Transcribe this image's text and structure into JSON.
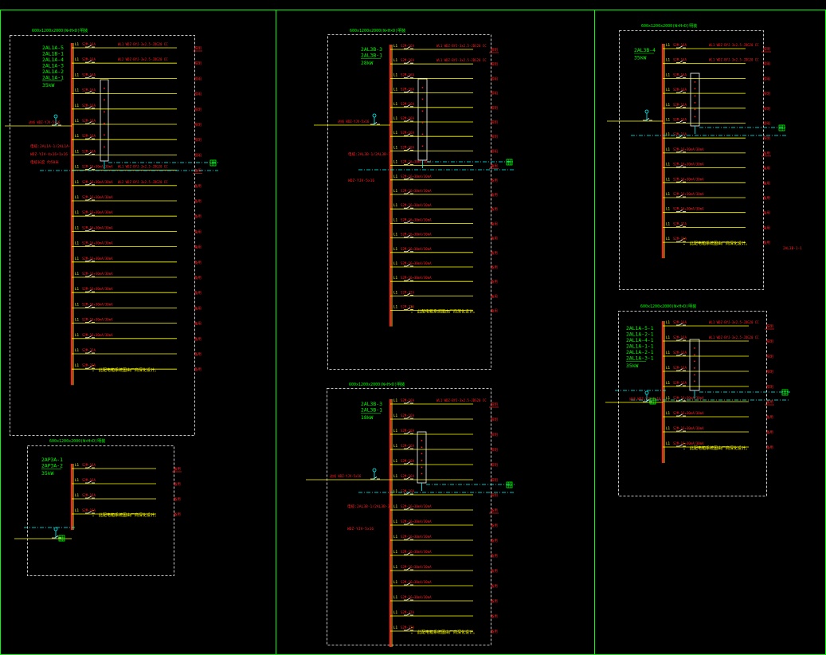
{
  "colors": {
    "background": "#000000",
    "frame": "#00ff00",
    "panel_border": "#ffffff",
    "busbar": "#ffff00",
    "circuit_line": "#ffff00",
    "text_red": "#ff2020",
    "text_green": "#00ff00",
    "text_yellow": "#ffff00",
    "cyan": "#00ffff",
    "breaker": "#ffffff"
  },
  "panels": [
    {
      "id": "p1",
      "title": "600x1200x2000(W×H×D)明装",
      "ids": [
        "2AL1A-5",
        "2AL1B-1",
        "2AL1A-4",
        "2AL1A-3",
        "2AL1A-2",
        "2AL1A-1"
      ],
      "power": "35kW",
      "circuit_count": 22,
      "top_circuits": 8,
      "feeders": [
        "WL1 WDZ-BYJ-3x2.5-JDG20 CC",
        "WL2 WDZ-BYJ-3x2.5-JDG20 CC"
      ],
      "mid_feeders": [
        "WL1 WDZ-BYJ-3x2.5-JDG20 CC",
        "WL2 WDZ-BYJ-3x2.5-JDG20 CC"
      ],
      "breaker_top": "S2M-16A",
      "breaker_rcd": "S2M-16+30mA/30mA",
      "breaker_spare": "S2M-32A",
      "phase": "L1",
      "note": "此配电箱系统图由厂商深化设计。",
      "side_note_1": "电缆:2AL1A-1/2AL1A-9",
      "side_note_2": "WDZ-YJV-4x16+1x16",
      "side_note_3": "电缆长度 约50米",
      "incoming_label": "进线 WDZ-YJV-5x16",
      "tag_top": "照明",
      "tag_mid": "插座",
      "tag_spare": "备用"
    },
    {
      "id": "p2",
      "title": "600x1200x2000(W×H×D)明装",
      "ids": [
        "2AP3A-1",
        "2AP3A-2"
      ],
      "power": "35kW",
      "circuit_count": 4,
      "breaker_top": "S2M-16A",
      "phase": "L1",
      "note": "此配电箱系统图由厂商深化设计。",
      "tag_spare": "备用"
    },
    {
      "id": "p3",
      "title": "600x1200x2000(W×H×D)明装",
      "ids": [
        "2AL3B-3",
        "2AL3B-1"
      ],
      "power": "28kW",
      "circuit_count": 19,
      "top_circuits": 8,
      "feeders": [
        "WL1 WDZ-BYJ-3x2.5-JDG20 CC",
        "WL1 WDZ-BYJ-3x2.5-JDG20 CC"
      ],
      "breaker_top": "S2M-16A",
      "breaker_rcd": "S2M-16+30mA/30mA",
      "breaker_spare": "S2M-32A",
      "phase": "L1",
      "note": "此配电箱系统图由厂商深化设计。",
      "side_note_1": "电缆:2AL3B-1/2AL3B-3",
      "side_note_2": "WDZ-YJV-5x16",
      "incoming_label": "进线 WDZ-YJV-5x16",
      "tag_top": "照明",
      "tag_mid": "插座",
      "tag_spare": "备用"
    },
    {
      "id": "p4",
      "title": "600x1200x2000(W×H×D)明装",
      "ids": [
        "2AL3B-3",
        "2AL3B-1"
      ],
      "power": "18kW",
      "circuit_count": 16,
      "top_circuits": 7,
      "feeders": [
        "WL1 WDZ-BYJ-3x2.5-JDG20 CC"
      ],
      "breaker_top": "S2M-16A",
      "breaker_rcd": "S2M-16+30mA/30mA",
      "breaker_spare": "S2M-32A",
      "phase": "L1",
      "note": "此配电箱系统图由厂商深化设计。",
      "side_note_1": "电缆:2AL3B-1/2AL3B-3",
      "side_note_2": "WDZ-YJV-5x16",
      "incoming_label": "进线 WDZ-YJV-5x16",
      "tag_top": "照明",
      "tag_mid": "插座",
      "tag_spare": "备用"
    },
    {
      "id": "p5",
      "title": "600x1200x2000(W×H×D)明装",
      "ids": [
        "2AL3B-4"
      ],
      "power": "35kW",
      "circuit_count": 14,
      "top_circuits": 7,
      "feeders": [
        "WL1 WDZ-BYJ-3x2.5-JDG20 CC",
        "WL1 WDZ-BYJ-3x2.5-JDG20 CC"
      ],
      "breaker_top": "S2M-16A",
      "breaker_rcd": "S2M-16+30mA/30mA",
      "breaker_spare": "S2M-32A",
      "phase": "L1",
      "note": "此配电箱系统图由厂商深化设计。",
      "side_note_3": "2AL3B-1-1",
      "tag_top": "照明",
      "tag_spare": "备用"
    },
    {
      "id": "p6",
      "title": "600x1200x2000(W×H×D)明装",
      "ids": [
        "2AL1A-5-1",
        "2AL1A-2-1",
        "2AL1A-4-1",
        "2AL1A-1-1",
        "2AL1A-2-1",
        "2AL1A-3-1"
      ],
      "power": "35kW",
      "circuit_count": 9,
      "top_circuits": 5,
      "feeders": [
        "WL1 WDZ-BYJ-3x2.5-JDG20 CC",
        "WL1 WDZ-BYJ-3x2.5-JDG20 CC"
      ],
      "breaker_top": "S2M-16A",
      "breaker_rcd": "S2M-16+30mA/30mA",
      "phase": "L1",
      "note": "此配电箱系统图由厂商深化设计。",
      "incoming_label": "进线 WDZ-YJV-5x16",
      "tag_top": "照明",
      "tag_spare": "备用"
    }
  ]
}
